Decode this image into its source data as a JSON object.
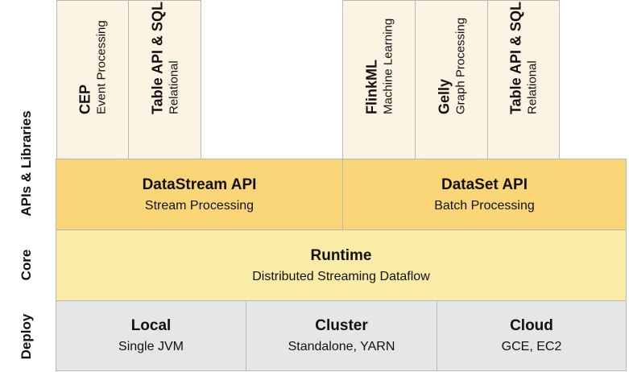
{
  "row_labels": {
    "apis": "APIs & Libraries",
    "core": "Core",
    "deploy": "Deploy"
  },
  "libraries": {
    "cep": {
      "title": "CEP",
      "subtitle": "Event Processing"
    },
    "table_stream": {
      "title": "Table API & SQL",
      "subtitle": "Relational"
    },
    "flinkml": {
      "title": "FlinkML",
      "subtitle": "Machine Learning"
    },
    "gelly": {
      "title": "Gelly",
      "subtitle": "Graph Processing"
    },
    "table_batch": {
      "title": "Table API & SQL",
      "subtitle": "Relational"
    }
  },
  "apis": {
    "datastream": {
      "title": "DataStream API",
      "subtitle": "Stream Processing"
    },
    "dataset": {
      "title": "DataSet API",
      "subtitle": "Batch Processing"
    }
  },
  "core": {
    "runtime": {
      "title": "Runtime",
      "subtitle": "Distributed Streaming Dataflow"
    }
  },
  "deploy": {
    "local": {
      "title": "Local",
      "subtitle": "Single JVM"
    },
    "cluster": {
      "title": "Cluster",
      "subtitle": "Standalone, YARN"
    },
    "cloud": {
      "title": "Cloud",
      "subtitle": "GCE, EC2"
    }
  },
  "colors": {
    "library_tile": "#fdf3e3",
    "api_block": "#fbd679",
    "core_block": "#f9eca6",
    "deploy_block": "#e6e6e6",
    "border": "#b8b8b8"
  }
}
